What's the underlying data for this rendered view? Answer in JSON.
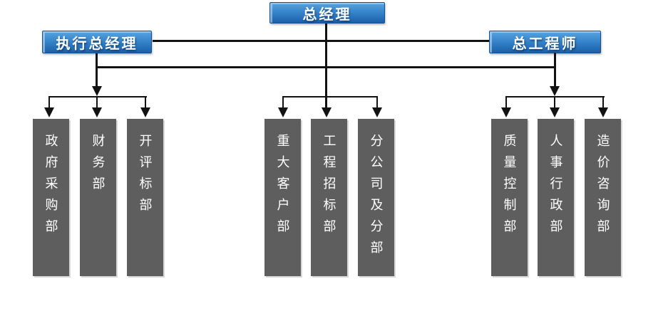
{
  "org": {
    "root": {
      "label": "总经理"
    },
    "level2": [
      {
        "label": "执行总经理"
      },
      {
        "label": "总工程师"
      }
    ],
    "groups": [
      {
        "parent": "执行总经理",
        "departments": [
          "政府采购部",
          "财务部",
          "开评标部"
        ]
      },
      {
        "parent": "总经理",
        "departments": [
          "重大客户部",
          "工程招标部",
          "分公司及分部"
        ]
      },
      {
        "parent": "总工程师",
        "departments": [
          "质量控制部",
          "人事行政部",
          "造价咨询部"
        ]
      }
    ]
  },
  "colors": {
    "box_blue_top": "#5aa3dc",
    "box_blue_bottom": "#1d60a8",
    "box_blue_border": "#14518e",
    "dept_gray": "#5e5e5e",
    "dept_shadow": "#d8d8d8",
    "line_black": "#121212",
    "text_white": "#ffffff"
  }
}
